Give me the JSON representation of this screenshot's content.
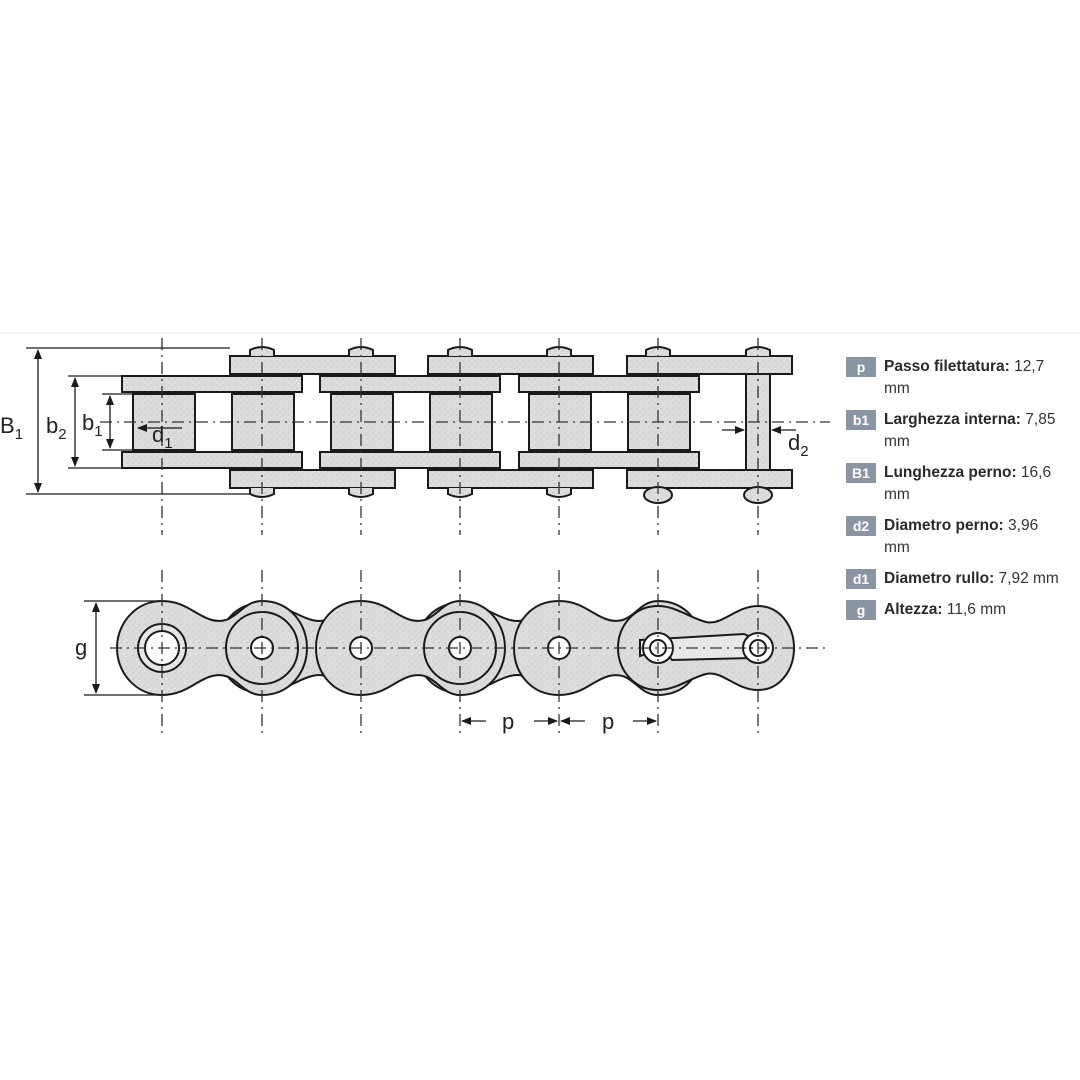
{
  "diagram": {
    "top_view": {
      "labels": {
        "B1": {
          "main": "B",
          "sub": "1"
        },
        "b2": {
          "main": "b",
          "sub": "2"
        },
        "b1": {
          "main": "b",
          "sub": "1"
        },
        "d1": {
          "main": "d",
          "sub": "1"
        },
        "d2": {
          "main": "d",
          "sub": "2"
        }
      }
    },
    "side_view": {
      "labels": {
        "g": "g",
        "p_left": "p",
        "p_right": "p"
      }
    }
  },
  "specs": [
    {
      "badge": "p",
      "label": "Passo filettatura:",
      "value": "12,7 mm"
    },
    {
      "badge": "b1",
      "label": "Larghezza interna:",
      "value": "7,85 mm"
    },
    {
      "badge": "B1",
      "label": "Lunghezza perno:",
      "value": "16,6 mm"
    },
    {
      "badge": "d2",
      "label": "Diametro perno:",
      "value": "3,96 mm"
    },
    {
      "badge": "d1",
      "label": "Diametro rullo:",
      "value": "7,92 mm"
    },
    {
      "badge": "g",
      "label": "Altezza:",
      "value": "11,6 mm"
    }
  ],
  "colors": {
    "fill": "#d9d9d9",
    "stroke": "#1a1a1a",
    "badge": "#8a95a3"
  }
}
